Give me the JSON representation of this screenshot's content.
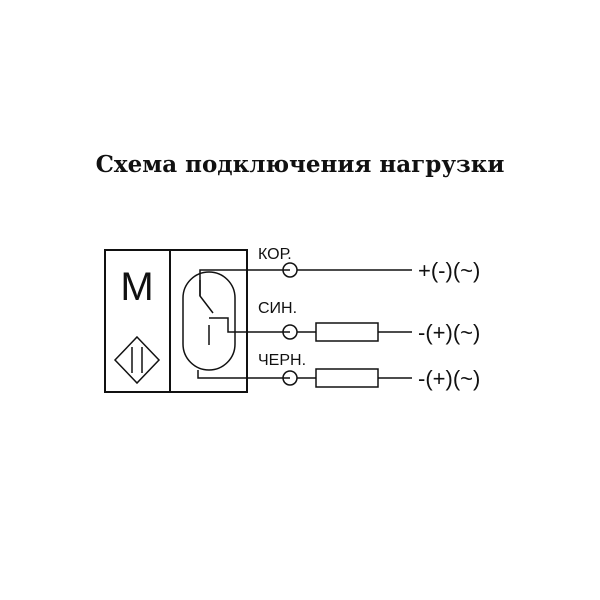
{
  "title": "Схема подключения нагрузки",
  "device": {
    "marking": "M"
  },
  "terminals": [
    {
      "wire": "КОР.",
      "polarity": "+(-)(~)",
      "has_load": false
    },
    {
      "wire": "СИН.",
      "polarity": "-(+)(~)",
      "has_load": true
    },
    {
      "wire": "ЧЕРН.",
      "polarity": "-(+)(~)",
      "has_load": true
    }
  ],
  "icons": {
    "sensor": "inductive-sensor-diamond-icon",
    "contact": "normally-open-switch-icon",
    "load": "load-resistor-icon"
  },
  "colors": {
    "ink": "#111111",
    "background": "#ffffff"
  }
}
